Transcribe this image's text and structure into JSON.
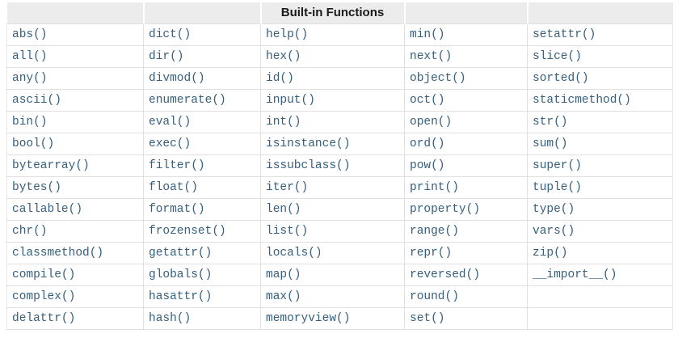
{
  "table": {
    "caption": "Built-in Functions",
    "columns_count": 5,
    "rows": [
      [
        "abs()",
        "dict()",
        "help()",
        "min()",
        "setattr()"
      ],
      [
        "all()",
        "dir()",
        "hex()",
        "next()",
        "slice()"
      ],
      [
        "any()",
        "divmod()",
        "id()",
        "object()",
        "sorted()"
      ],
      [
        "ascii()",
        "enumerate()",
        "input()",
        "oct()",
        "staticmethod()"
      ],
      [
        "bin()",
        "eval()",
        "int()",
        "open()",
        "str()"
      ],
      [
        "bool()",
        "exec()",
        "isinstance()",
        "ord()",
        "sum()"
      ],
      [
        "bytearray()",
        "filter()",
        "issubclass()",
        "pow()",
        "super()"
      ],
      [
        "bytes()",
        "float()",
        "iter()",
        "print()",
        "tuple()"
      ],
      [
        "callable()",
        "format()",
        "len()",
        "property()",
        "type()"
      ],
      [
        "chr()",
        "frozenset()",
        "list()",
        "range()",
        "vars()"
      ],
      [
        "classmethod()",
        "getattr()",
        "locals()",
        "repr()",
        "zip()"
      ],
      [
        "compile()",
        "globals()",
        "map()",
        "reversed()",
        "__import__()"
      ],
      [
        "complex()",
        "hasattr()",
        "max()",
        "round()",
        ""
      ],
      [
        "delattr()",
        "hash()",
        "memoryview()",
        "set()",
        ""
      ]
    ]
  },
  "colors": {
    "link": "#355f7c",
    "header_bg": "#ececec",
    "header_text": "#1a1a1a",
    "cell_border": "#e0e0e0",
    "row_bg": "#ffffff"
  }
}
